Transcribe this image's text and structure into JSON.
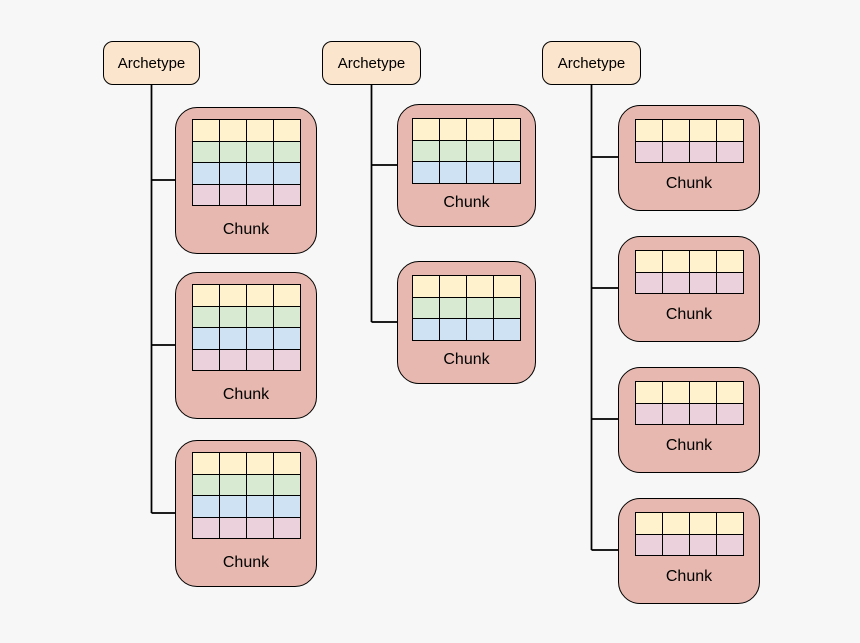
{
  "diagram": {
    "background": "#F7F7F7",
    "stroke": "#000000",
    "colors": {
      "archetype_fill": "#FCE5CD",
      "chunk_fill": "#E6B8AF",
      "yellow": "#FFF2CC",
      "green": "#D9EAD3",
      "blue": "#CFE2F3",
      "pink": "#EAD1DC"
    },
    "archetypes": [
      {
        "label": "Archetype",
        "chunks": [
          {
            "label": "Chunk",
            "grid": {
              "columns": 4,
              "rows": [
                "yellow",
                "green",
                "blue",
                "pink"
              ]
            }
          },
          {
            "label": "Chunk",
            "grid": {
              "columns": 4,
              "rows": [
                "yellow",
                "green",
                "blue",
                "pink"
              ]
            }
          },
          {
            "label": "Chunk",
            "grid": {
              "columns": 4,
              "rows": [
                "yellow",
                "green",
                "blue",
                "pink"
              ]
            }
          }
        ]
      },
      {
        "label": "Archetype",
        "chunks": [
          {
            "label": "Chunk",
            "grid": {
              "columns": 4,
              "rows": [
                "yellow",
                "green",
                "blue"
              ]
            }
          },
          {
            "label": "Chunk",
            "grid": {
              "columns": 4,
              "rows": [
                "yellow",
                "green",
                "blue"
              ]
            }
          }
        ]
      },
      {
        "label": "Archetype",
        "chunks": [
          {
            "label": "Chunk",
            "grid": {
              "columns": 4,
              "rows": [
                "yellow",
                "pink"
              ]
            }
          },
          {
            "label": "Chunk",
            "grid": {
              "columns": 4,
              "rows": [
                "yellow",
                "pink"
              ]
            }
          },
          {
            "label": "Chunk",
            "grid": {
              "columns": 4,
              "rows": [
                "yellow",
                "pink"
              ]
            }
          },
          {
            "label": "Chunk",
            "grid": {
              "columns": 4,
              "rows": [
                "yellow",
                "pink"
              ]
            }
          }
        ]
      }
    ]
  }
}
